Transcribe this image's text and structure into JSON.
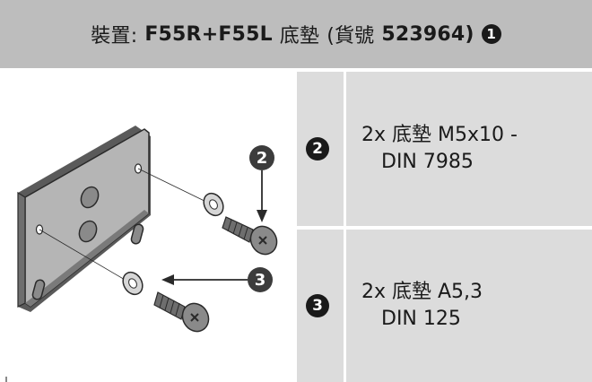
{
  "header": {
    "title_prefix": "裝置:",
    "title_models": "F55R+F55L",
    "title_word": "底墊",
    "title_open": "(貨號",
    "title_part_no": "523964)",
    "title_badge": "1"
  },
  "rows": [
    {
      "badge": "2",
      "line1": "2x 底墊  M5x10 -",
      "line2": "DIN 7985"
    },
    {
      "badge": "3",
      "line1": "2x 底墊  A5,3",
      "line2": "DIN 125"
    }
  ],
  "illustration": {
    "callouts": [
      "2",
      "3"
    ],
    "colors": {
      "plate_face": "#a8a8a8",
      "plate_side": "#5a5a5a",
      "screw": "#7a7a7a",
      "washer": "#d6d6d6",
      "callout": "#3c3c3c"
    }
  }
}
